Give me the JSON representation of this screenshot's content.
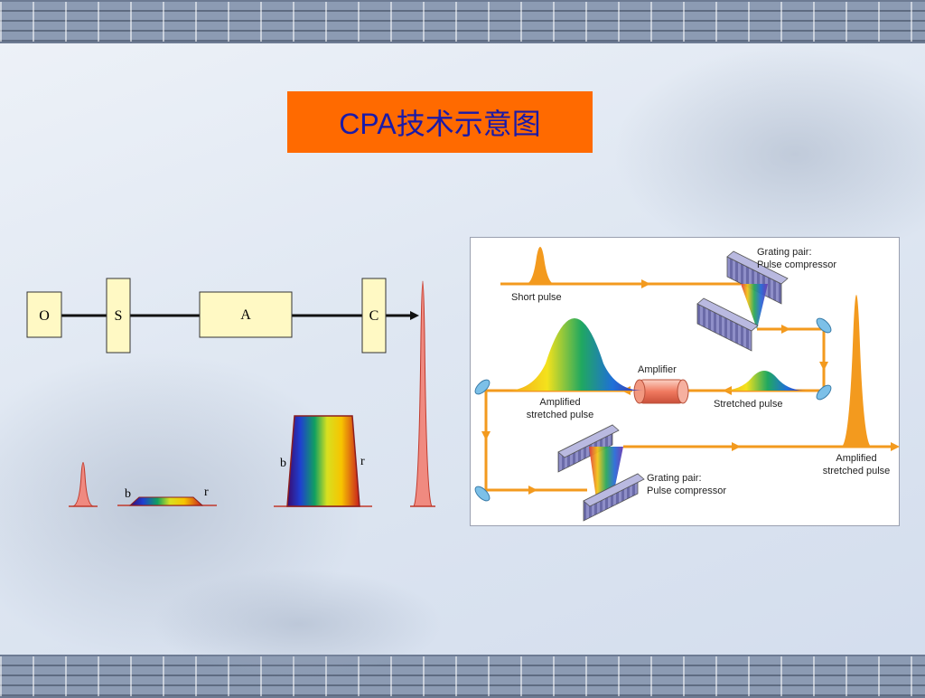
{
  "title": "CPA技术示意图",
  "left_diagram": {
    "blocks": [
      "O",
      "S",
      "A",
      "C"
    ],
    "spectrum_blue_label": "b",
    "spectrum_red_label": "r"
  },
  "right_diagram": {
    "short_pulse": "Short pulse",
    "grating_top_line1": "Grating pair:",
    "grating_top_line2": "Pulse compressor",
    "amplifier": "Amplifier",
    "stretched_pulse": "Stretched pulse",
    "amplified_stretched_line1": "Amplified",
    "amplified_stretched_line2": "stretched pulse",
    "grating_bottom_line1": "Grating pair:",
    "grating_bottom_line2": "Pulse compressor",
    "output_line1": "Amplified",
    "output_line2": "stretched pulse"
  },
  "colors": {
    "title_bg": "#ff6a00",
    "title_text": "#1a1aa8",
    "block_fill": "#fff9c4",
    "beam": "#f39a1e",
    "pulse_red": "#f08a80"
  }
}
